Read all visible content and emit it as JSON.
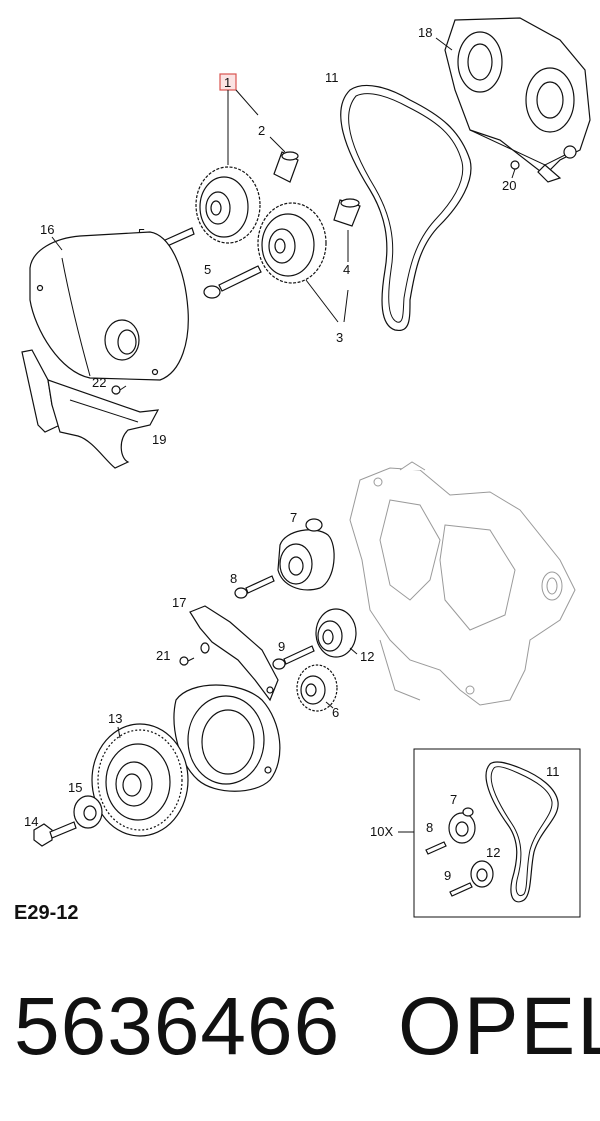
{
  "callouts": {
    "c1": "1",
    "c2": "2",
    "c3": "3",
    "c4": "4",
    "c5a": "5",
    "c5b": "5",
    "c6": "6",
    "c7a": "7",
    "c7b": "7",
    "c8a": "8",
    "c8b": "8",
    "c9a": "9",
    "c9b": "9",
    "c10x": "10X",
    "c11a": "11",
    "c11b": "11",
    "c12a": "12",
    "c12b": "12",
    "c13": "13",
    "c14": "14",
    "c15": "15",
    "c16": "16",
    "c17": "17",
    "c18": "18",
    "c19": "19",
    "c20": "20",
    "c21": "21",
    "c22": "22"
  },
  "figure_code": "E29-12",
  "part_number": "5636466",
  "brand": "OPEL",
  "colors": {
    "highlight_box": "#d9534f",
    "highlight_fill": "#fbe3e3",
    "ghost_part": "#9a9a9a"
  }
}
